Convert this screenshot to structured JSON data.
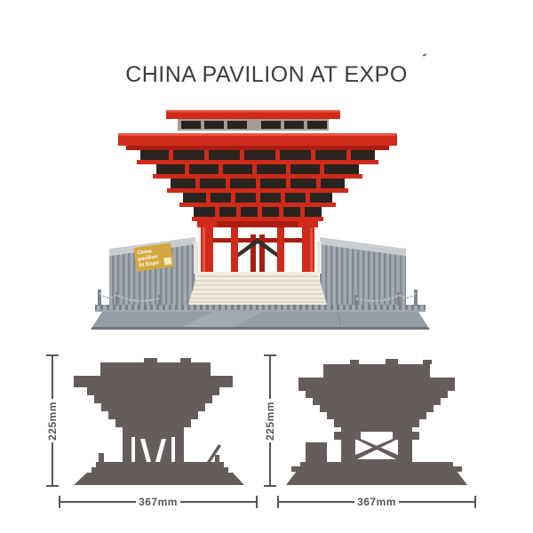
{
  "title": "CHINA PAVILION AT EXPO",
  "photo": {
    "sign": {
      "line1": "China",
      "line2": "pavilion",
      "line3": "At Expo"
    }
  },
  "diagrams": {
    "front_view": {
      "height_label": "225mm",
      "width_label": "367mm"
    },
    "side_view": {
      "height_label": "225mm",
      "width_label": "367mm"
    }
  },
  "colors": {
    "background": "#ffffff",
    "title_text": "#3d3d3d",
    "brick_red": "#d02a1a",
    "brick_red_light": "#e8523c",
    "brick_red_dark": "#a81d10",
    "window_dark": "#29241f",
    "gray_light": "#c9cdd1",
    "gray_mid": "#a2a9b0",
    "gray_dark": "#7d858c",
    "base_gray": "#949ca4",
    "stairs": "#f0ebdd",
    "stairs_line": "#d8d2c2",
    "gold_sign": "#d3a93f",
    "sign_text": "#ffffff",
    "silhouette": "#655d5c",
    "dimension_line": "#55565a",
    "chain": "#b9bfc5"
  }
}
